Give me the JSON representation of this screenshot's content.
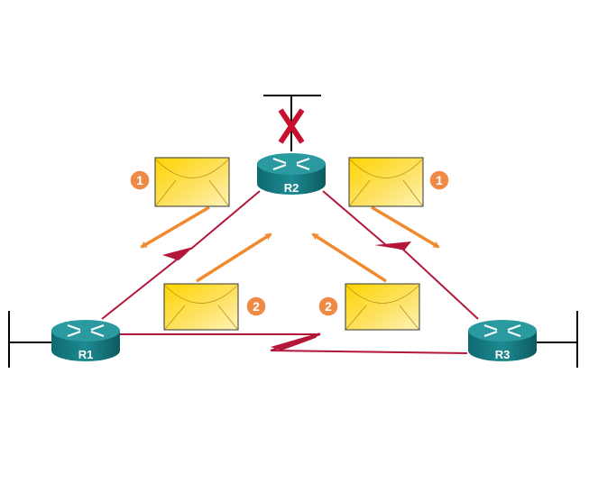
{
  "diagram": {
    "routers": [
      {
        "label": "R1"
      },
      {
        "label": "R2"
      },
      {
        "label": "R3"
      }
    ],
    "badges": [
      "1",
      "1",
      "2",
      "2"
    ],
    "colors": {
      "link": "#b5173a",
      "arrow": "#f08a2c",
      "badge": "#ee8a45",
      "envelope": "#fcd116",
      "router": "#1a7f86",
      "failure_mark": "#c8102e"
    }
  }
}
